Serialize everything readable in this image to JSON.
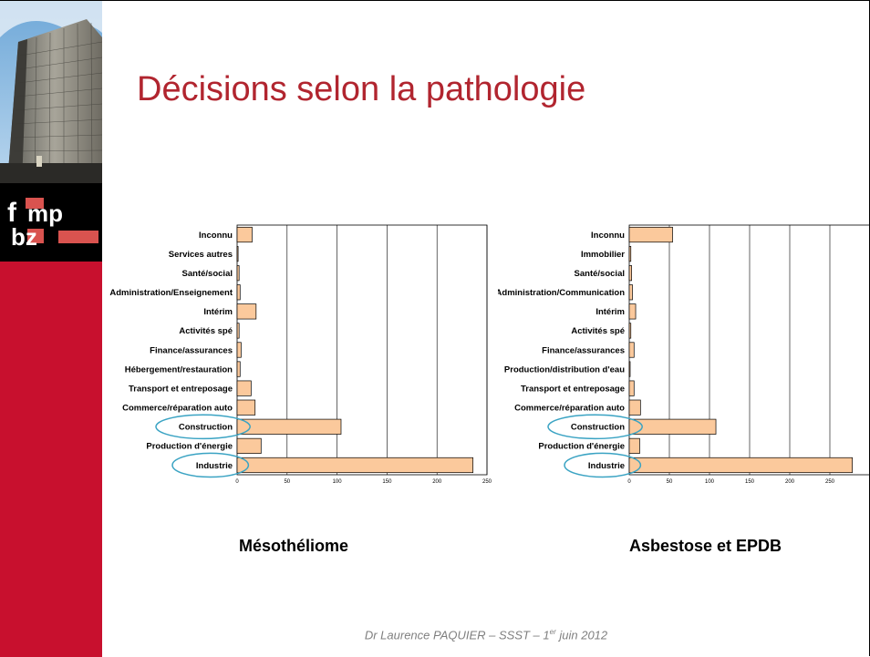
{
  "slide": {
    "title": "Décisions selon la pathologie",
    "footer_pre": "Dr Laurence PAQUIER – SSST – 1",
    "footer_sup": "er",
    "footer_post": " juin 2012",
    "logo_text": "fmp bz"
  },
  "colors": {
    "accent": "#b1252f",
    "bar_fill": "#fbc99c",
    "highlight_ellipse": "#3aa3c3",
    "sidebar_red": "#c8102e"
  },
  "chart_data": [
    {
      "type": "bar",
      "orientation": "horizontal",
      "title": "Mésothéliome",
      "categories": [
        "Inconnu",
        "Services autres",
        "Santé/social",
        "Administration/Enseignement",
        "Intérim",
        "Activités spé",
        "Finance/assurances",
        "Hébergement/restauration",
        "Transport et entreposage",
        "Commerce/réparation auto",
        "Construction",
        "Production d'énergie",
        "Industrie"
      ],
      "values": [
        15,
        1,
        2,
        3,
        19,
        2,
        4,
        3,
        14,
        18,
        104,
        24,
        236
      ],
      "xlim": [
        0,
        250
      ],
      "xticks": [
        0,
        50,
        100,
        150,
        200,
        250
      ],
      "highlighted": [
        "Construction",
        "Industrie"
      ],
      "grid": "vertical"
    },
    {
      "type": "bar",
      "orientation": "horizontal",
      "title": "Asbestose et EPDB",
      "categories": [
        "Inconnu",
        "Immobilier",
        "Santé/social",
        "Administration/Communication",
        "Intérim",
        "Activités spé",
        "Finance/assurances",
        "Production/distribution d'eau",
        "Transport et entreposage",
        "Commerce/réparation auto",
        "Construction",
        "Production d'énergie",
        "Industrie"
      ],
      "values": [
        54,
        2,
        3,
        4,
        8,
        2,
        6,
        1,
        6,
        14,
        108,
        13,
        278
      ],
      "xlim": [
        0,
        300
      ],
      "xticks": [
        0,
        50,
        100,
        150,
        200,
        250
      ],
      "highlighted": [
        "Construction",
        "Industrie"
      ],
      "grid": "vertical"
    }
  ]
}
